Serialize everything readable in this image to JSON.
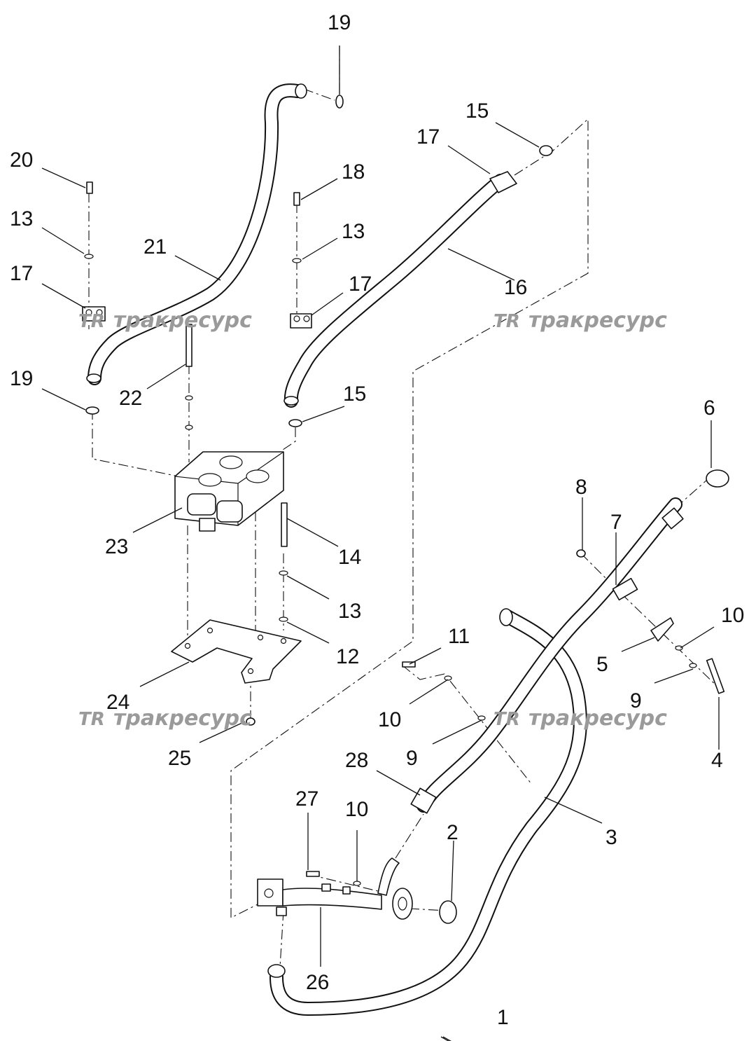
{
  "watermark": {
    "logo": "TR",
    "text": "тракресурс"
  },
  "callouts": {
    "c19a": "19",
    "c20": "20",
    "c13a": "13",
    "c17a": "17",
    "c21": "21",
    "c19b": "19",
    "c22": "22",
    "c18": "18",
    "c13b": "13",
    "c17b": "17",
    "c15a": "15",
    "c17c": "17",
    "c16": "16",
    "c15b": "15",
    "c23": "23",
    "c14": "14",
    "c13c": "13",
    "c12": "12",
    "c24": "24",
    "c25": "25",
    "c6": "6",
    "c8": "8",
    "c7": "7",
    "c10a": "10",
    "c5": "5",
    "c9a": "9",
    "c4": "4",
    "c11": "11",
    "c10b": "10",
    "c9b": "9",
    "c28": "28",
    "c3": "3",
    "c27": "27",
    "c10c": "10",
    "c2": "2",
    "c26": "26",
    "c1": "1"
  }
}
